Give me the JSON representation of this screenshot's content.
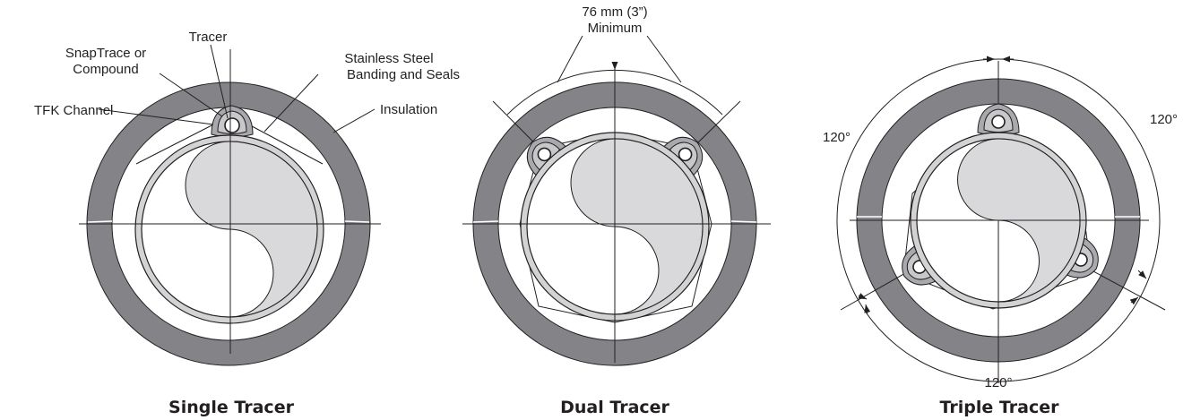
{
  "captions": {
    "single": "Single Tracer",
    "dual": "Dual Tracer",
    "triple": "Triple Tracer"
  },
  "callouts": {
    "tracer": "Tracer",
    "snaptrace_line1": "SnapTrace or",
    "snaptrace_line2": "Compound",
    "tfk_channel": "TFK Channel",
    "steel_line1": "Stainless Steel",
    "steel_line2": "Banding and Seals",
    "insulation": "Insulation"
  },
  "dual_spacing": {
    "line1": "76 mm (3”)",
    "line2": "Minimum"
  },
  "triple_angles": {
    "right": "120°",
    "left": "120°",
    "bottom": "120°"
  },
  "colors": {
    "insulation": "#848488",
    "pipe_wall": "#d3d3d5",
    "fill": "#d9d9db",
    "channel": "#a9a9ad",
    "ink": "#231f20"
  }
}
